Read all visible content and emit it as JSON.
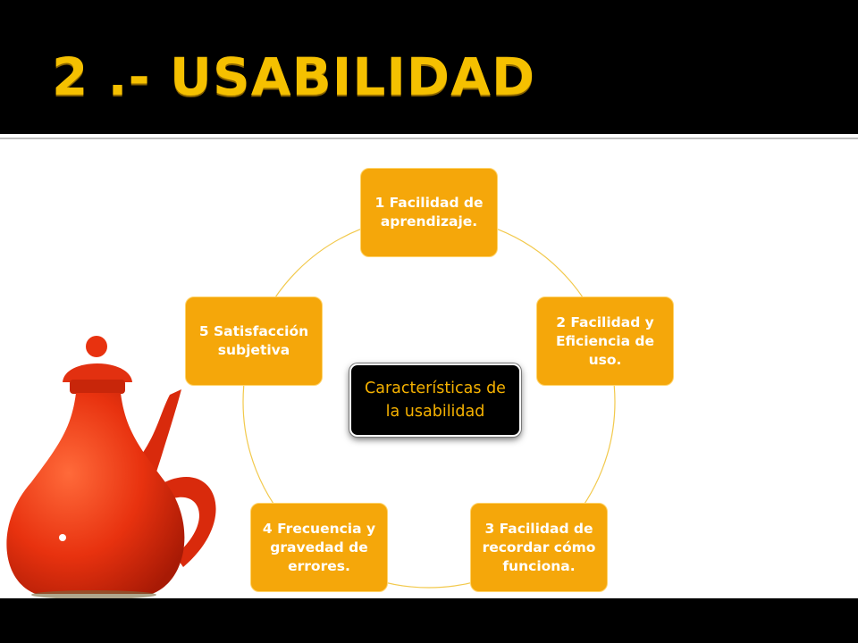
{
  "slide": {
    "title": "2 .- USABILIDAD"
  },
  "diagram": {
    "center": "Características de la usabilidad",
    "nodes": [
      {
        "label": "1 Facilidad de aprendizaje."
      },
      {
        "label": "2 Facilidad y Eficiencia de uso."
      },
      {
        "label": "3 Facilidad de recordar cómo funciona."
      },
      {
        "label": "4 Frecuencia y gravedad de errores."
      },
      {
        "label": "5 Satisfacción subjetiva"
      }
    ]
  },
  "colors": {
    "title": "#f5c000",
    "node_fill": "#f5a70a",
    "connector": "#f2c94c",
    "center_text": "#f5b100",
    "teapot": "#e8320f"
  },
  "illustration": {
    "icon": "teapot-icon"
  }
}
